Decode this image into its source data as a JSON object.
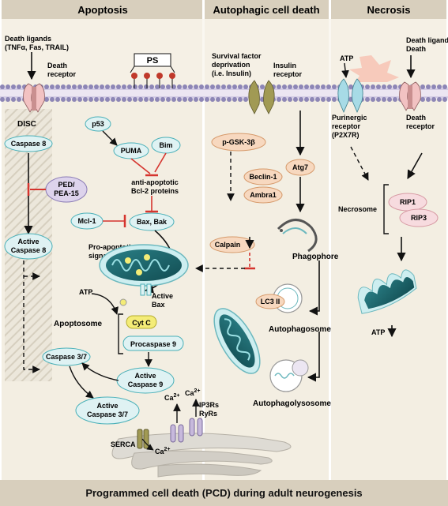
{
  "panels": {
    "apoptosis": "Apoptosis",
    "autophagic": "Autophagic cell death",
    "necrosis": "Necrosis"
  },
  "footer": "Programmed cell death (PCD) during adult neurogenesis",
  "labels": {
    "death_ligands_1": "Death ligands",
    "death_ligands_2": "(TNFα, Fas, TRAIL)",
    "death_receptor_1": "Death",
    "death_receptor_2": "receptor",
    "ps": "PS",
    "disc": "DISC",
    "caspase8": "Caspase 8",
    "p53": "p53",
    "puma": "PUMA",
    "bim": "Bim",
    "antiapop_1": "anti-apoptotic",
    "antiapop_2": "Bcl-2 proteins",
    "ped_1": "PED/",
    "ped_2": "PEA-15",
    "mcl1": "Mcl-1",
    "baxbak": "Bax, Bak",
    "active_casp8_1": "Active",
    "active_casp8_2": "Caspase 8",
    "proapop_1": "Pro-apoptotic",
    "proapop_2": "signal",
    "atp": "ATP",
    "active_bax_1": "Active",
    "active_bax_2": "Bax",
    "apoptosome": "Apoptosome",
    "cytc": "Cyt C",
    "procasp9": "Procaspase 9",
    "casp37": "Caspase 3/7",
    "active_casp9_1": "Active",
    "active_casp9_2": "Caspase 9",
    "active_casp37_1": "Active",
    "active_casp37_2": "Caspase 3/7",
    "ca": "Ca",
    "sup2": "2+",
    "ip3rs": "IP3Rs",
    "ryrs": "RyRs",
    "serca": "SERCA",
    "survival_1": "Survival factor",
    "survival_2": "deprivation",
    "survival_3": "(i.e. Insulin)",
    "insulin_1": "Insulin",
    "insulin_2": "receptor",
    "pgsk": "p-GSK-3β",
    "beclin": "Beclin-1",
    "atg7": "Atg7",
    "ambra": "Ambra1",
    "calpain": "Calpain",
    "phagophore": "Phagophore",
    "lc3": "LC3 II",
    "autophagosome": "Autophagosome",
    "autophagolysosome": "Autophagolysosome",
    "atp_n": "ATP",
    "purinergic_1": "Purinergic",
    "purinergic_2": "receptor",
    "purinergic_3": "(P2X7R)",
    "necrosome": "Necrosome",
    "rip1": "RIP1",
    "rip3": "RIP3",
    "atp_down": "ATP"
  },
  "colors": {
    "header": "#d8cfbd",
    "cyto": "#f3eee2",
    "node_fill": "#dff2f3",
    "node_stroke": "#4ab0b8",
    "purple_node": "#ddd3ec",
    "orange_node": "#f7d8bf",
    "pink_node": "#f7dbdf",
    "yellow_node": "#f4ec77",
    "inhibit": "#d5342e",
    "membrane_head": "#8d86b6",
    "receptor_pink": "#f2c2c2",
    "receptor_blue": "#a7dbe6",
    "receptor_olive": "#a19a54"
  }
}
